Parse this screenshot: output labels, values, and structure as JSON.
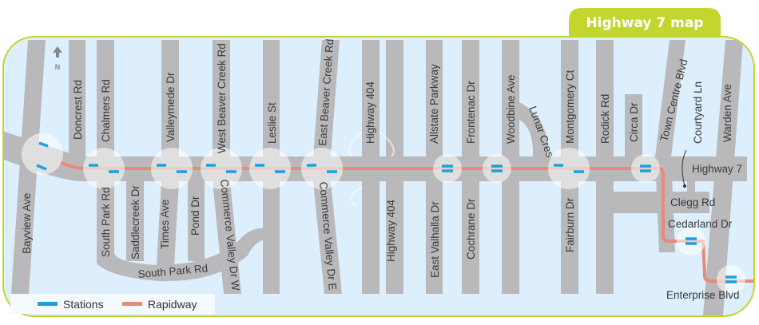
{
  "title": "Highway 7 map",
  "north_label": "N",
  "colors": {
    "frame": "#c2d62e",
    "water": "#ddeffc",
    "road": "#b9b9bb",
    "station": "#1ea0e0",
    "rapidway": "#e8897a"
  },
  "roads_north": [
    "Doncrest Rd",
    "Chalmers Rd",
    "Valleymede Dr",
    "West Beaver Creek Rd",
    "Leslie St",
    "East Beaver Creek Rd",
    "Highway 404",
    "Allstate Parkway",
    "Frontenac Dr",
    "Woodbine Ave",
    "Lunar Cres",
    "Montgomery Ct",
    "Rodick Rd",
    "Circa Dr",
    "Town Centre Blvd",
    "Courtyard Ln",
    "Warden Ave"
  ],
  "roads_south": [
    "Bayview Ave",
    "South Park Rd",
    "Saddlecreek Dr",
    "Times Ave",
    "Pond Dr",
    "Commerce Valley Dr W",
    "Commerce Valley Dr E",
    "Highway 404",
    "East Valhalla Dr",
    "Cochrane Dr",
    "Fairburn Dr"
  ],
  "roads_horizontal": [
    "Highway 7",
    "Clegg Rd",
    "Cedarland Dr",
    "Enterprise Blvd",
    "South Park Rd"
  ],
  "legend": {
    "stations": "Stations",
    "rapidway": "Rapidway"
  }
}
